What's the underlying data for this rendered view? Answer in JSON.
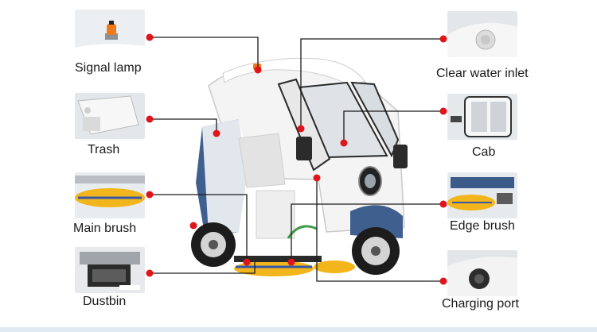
{
  "labels": {
    "signal_lamp": "Signal lamp",
    "trash": "Trash",
    "main_brush": "Main brush",
    "dustbin": "Dustbin",
    "clear_water_inlet": "Clear water inlet",
    "cab": "Cab",
    "edge_brush": "Edge brush",
    "charging_port": "Charging port"
  },
  "colors": {
    "dot": "#e0151c",
    "line": "#1a1a1a",
    "body_white": "#f4f4f4",
    "body_blue": "#3f5f8e",
    "brush_yellow": "#f2b51c",
    "lamp_orange": "#f07a1a"
  }
}
